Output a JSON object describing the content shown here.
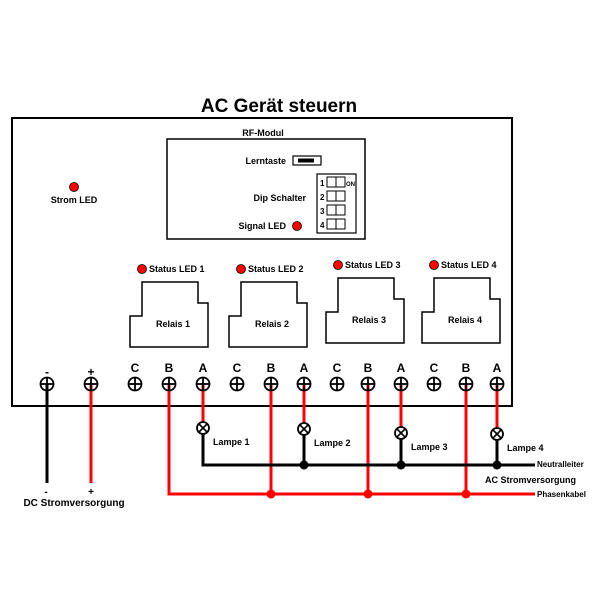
{
  "title": "AC Gerät steuern",
  "rf_module": {
    "label": "RF-Modul",
    "learn_button_label": "Lerntaste",
    "dip_switch_label": "Dip Schalter",
    "dip_positions": [
      "1",
      "2",
      "3",
      "4"
    ],
    "dip_on_label": "ON",
    "signal_led_label": "Signal LED"
  },
  "power_led_label": "Strom LED",
  "relays": [
    {
      "status_led_label": "Status LED 1",
      "relay_label": "Relais 1",
      "lamp_label": "Lampe 1"
    },
    {
      "status_led_label": "Status LED 2",
      "relay_label": "Relais 2",
      "lamp_label": "Lampe 2"
    },
    {
      "status_led_label": "Status LED 3",
      "relay_label": "Relais 3",
      "lamp_label": "Lampe 3"
    },
    {
      "status_led_label": "Status LED 4",
      "relay_label": "Relais 4",
      "lamp_label": "Lampe 4"
    }
  ],
  "terminals": [
    "-",
    "+",
    "C",
    "B",
    "A",
    "C",
    "B",
    "A",
    "C",
    "B",
    "A",
    "C",
    "B",
    "A"
  ],
  "dc_supply": {
    "minus": "-",
    "plus": "+",
    "label": "DC Stromversorgung"
  },
  "ac_supply": {
    "neutral_label": "Neutralleiter",
    "label": "AC Stromversorgung",
    "phase_label": "Phasenkabel"
  },
  "colors": {
    "led": "#ff0000",
    "phase_wire": "#ff0000",
    "neutral_wire": "#000000",
    "outline": "#000000"
  }
}
